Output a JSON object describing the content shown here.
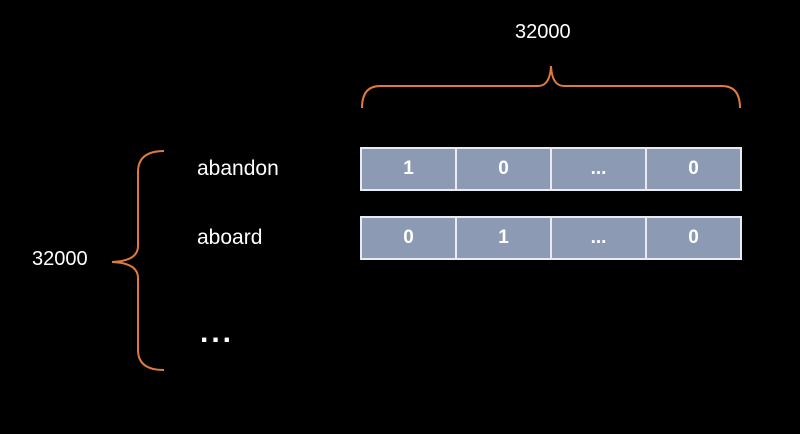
{
  "colors": {
    "background": "#000000",
    "brace": "#e07a3c",
    "cell_fill": "#8c9bb3",
    "cell_border": "#e8ecf2",
    "text": "#ffffff"
  },
  "dimensions": {
    "vocab_width_label": "32000",
    "vocab_height_label": "32000"
  },
  "rows": [
    {
      "word": "abandon",
      "cells": [
        "1",
        "0",
        "...",
        "0"
      ]
    },
    {
      "word": "aboard",
      "cells": [
        "0",
        "1",
        "...",
        "0"
      ]
    }
  ],
  "more_rows_label": "..."
}
